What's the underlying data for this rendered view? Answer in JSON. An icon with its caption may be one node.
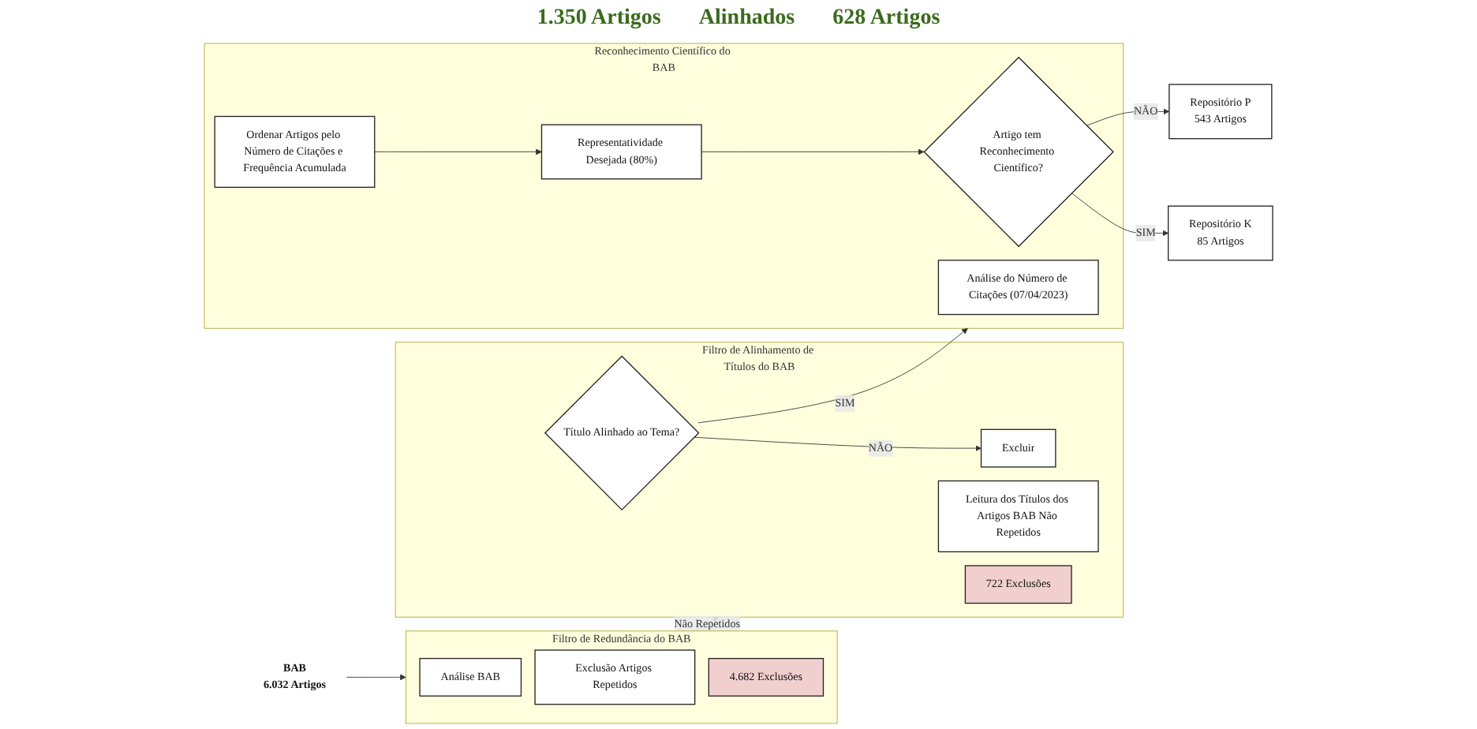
{
  "diagram": {
    "nodes": [
      {
        "text": [
          "BAB",
          "6.032 Artigos"
        ]
      },
      {
        "text": [
          "Filtro de Redundância do BAB"
        ]
      },
      {
        "text": [
          "Análise BAB"
        ],
        "in": 1
      },
      {
        "text": [
          "Exclusão Artigos Repetidos"
        ],
        "in": 1
      },
      {
        "text": [
          "4.682 Exclusões"
        ],
        "in": 1
      },
      {
        "text": [
          "Filtro de Alinhamento de Títulos do BAB"
        ]
      },
      {
        "text": [
          "Leitura dos Títulos dos Artigos BAB Não Repetidos"
        ],
        "in": 5
      },
      {
        "text": [
          "Título Alinhado ao Tema?"
        ],
        "in": 5
      },
      {
        "text": [
          "Excluir"
        ],
        "in": 5
      },
      {
        "text": [
          "722 Exclusões"
        ],
        "in": 5
      },
      {
        "text": [
          "Reconhecimento Científico do BAB"
        ]
      },
      {
        "text": [
          "Análise do Número de Citações (07/04/2023)"
        ],
        "in": 10
      },
      {
        "text": [
          "Ordenar Artigos pelo Número de Citações e Frequência Acumulada"
        ],
        "in": 10
      },
      {
        "text": [
          "Representatividade Desejada (80%)"
        ],
        "in": 10
      },
      {
        "text": [
          "Artigo tem Reconhecimento Científico?"
        ],
        "in": 10
      },
      {
        "text": [
          "Repositório K",
          "85 Artigos"
        ]
      },
      {
        "text": [
          "Repositório P",
          "543 Artigos"
        ]
      }
    ],
    "edges": [
      {
        "from": 0,
        "to": 1,
        "arrow": "to"
      },
      {
        "from": 1,
        "to": 5,
        "label": "Não Repetidos",
        "arrow": "to"
      },
      {
        "from": 7,
        "to": 10,
        "label": "SIM",
        "arrow": "to"
      },
      {
        "from": 7,
        "to": 8,
        "label": "NÃO",
        "arrow": "to"
      },
      {
        "from": 12,
        "to": 13,
        "arrow": "to"
      },
      {
        "from": 13,
        "to": 14,
        "arrow": "to"
      },
      {
        "from": 14,
        "to": 15,
        "label": "SIM",
        "arrow": "to"
      },
      {
        "from": 14,
        "to": 16,
        "label": "NÃO",
        "arrow": "to"
      }
    ],
    "labels": [
      "1.350 Artigos",
      "Alinhados",
      "628 Artigos"
    ]
  }
}
